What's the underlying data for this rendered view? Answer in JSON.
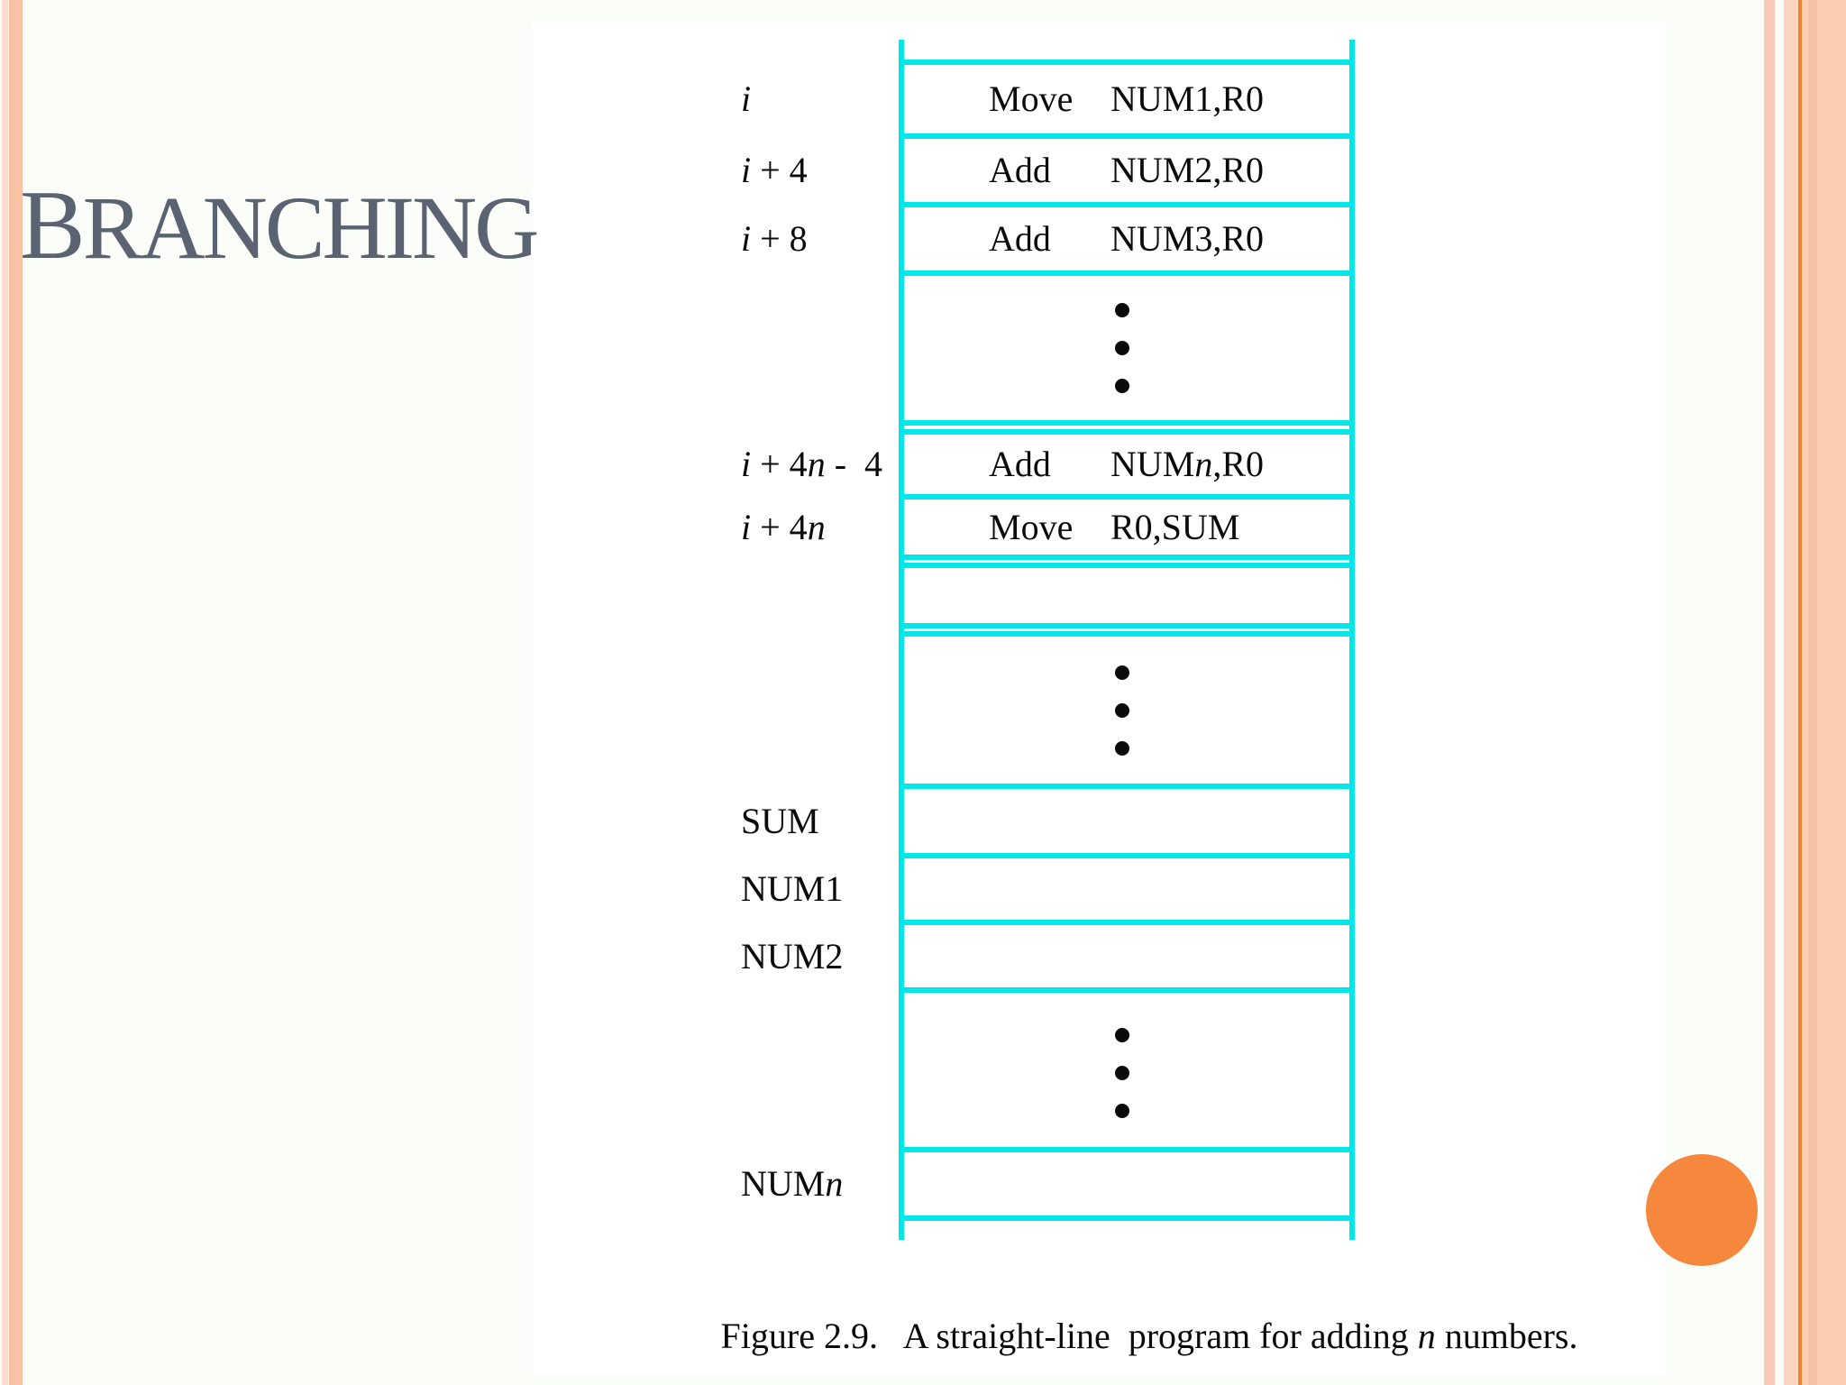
{
  "slide": {
    "title": "BRANCHING",
    "caption_segments": [
      [
        "Figure 2.9.   A straight-line  program for adding ",
        0
      ],
      [
        "n",
        1
      ],
      [
        " numbers.",
        0
      ]
    ]
  },
  "colors": {
    "slide_background": "#FBFDF8",
    "figure_background": "#FFFFFF",
    "table_line_cyan": "#00E7EA",
    "text_black": "#0B0B0B",
    "title_gray": "#5B6373",
    "orange_circle": "#F5883C",
    "left_stripe_light": "#FCDCCE",
    "left_stripe_main": "#F9C2A5",
    "right_stripe_light": "#F9CBB6",
    "right_band": "#FBCDB3",
    "right_band_light": "#FCD4BF",
    "right_band_inner_shade": "#F6C2A6",
    "right_accent_line": "#F18433"
  },
  "diagram": {
    "description": "Memory column of a straight-line program",
    "rows": [
      {
        "name": "cell-move-num1",
        "label": [
          [
            "i",
            1
          ]
        ],
        "op": "Move",
        "operand": [
          [
            "NUM1,R0",
            0
          ]
        ]
      },
      {
        "name": "cell-add-num2",
        "label": [
          [
            "i",
            1
          ],
          [
            " + 4",
            0
          ]
        ],
        "op": "Add",
        "operand": [
          [
            "NUM2,R0",
            0
          ]
        ]
      },
      {
        "name": "cell-add-num3",
        "label": [
          [
            "i",
            1
          ],
          [
            " + 8",
            0
          ]
        ],
        "op": "Add",
        "operand": [
          [
            "NUM3,R0",
            0
          ]
        ]
      },
      {
        "name": "ellipsis-1",
        "dots": 3
      },
      {
        "name": "cell-add-numn",
        "label": [
          [
            "i",
            1
          ],
          [
            " + 4",
            0
          ],
          [
            "n",
            1
          ],
          [
            " -  4",
            0
          ]
        ],
        "op": "Add",
        "operand": [
          [
            "NUM",
            0
          ],
          [
            "n",
            1
          ],
          [
            ",R0",
            0
          ]
        ]
      },
      {
        "name": "cell-move-sum",
        "label": [
          [
            "i",
            1
          ],
          [
            " + 4",
            0
          ],
          [
            "n",
            1
          ]
        ],
        "op": "Move",
        "operand": [
          [
            "R0,SUM",
            0
          ]
        ]
      },
      {
        "name": "cell-empty"
      },
      {
        "name": "ellipsis-2",
        "dots": 3
      },
      {
        "name": "cell-sum",
        "label": [
          [
            "SUM",
            0
          ]
        ]
      },
      {
        "name": "cell-num1",
        "label": [
          [
            "NUM1",
            0
          ]
        ]
      },
      {
        "name": "cell-num2",
        "label": [
          [
            "NUM2",
            0
          ]
        ]
      },
      {
        "name": "ellipsis-3",
        "dots": 3
      },
      {
        "name": "cell-numn",
        "label": [
          [
            "NUM",
            0
          ],
          [
            "n",
            1
          ]
        ]
      }
    ]
  }
}
